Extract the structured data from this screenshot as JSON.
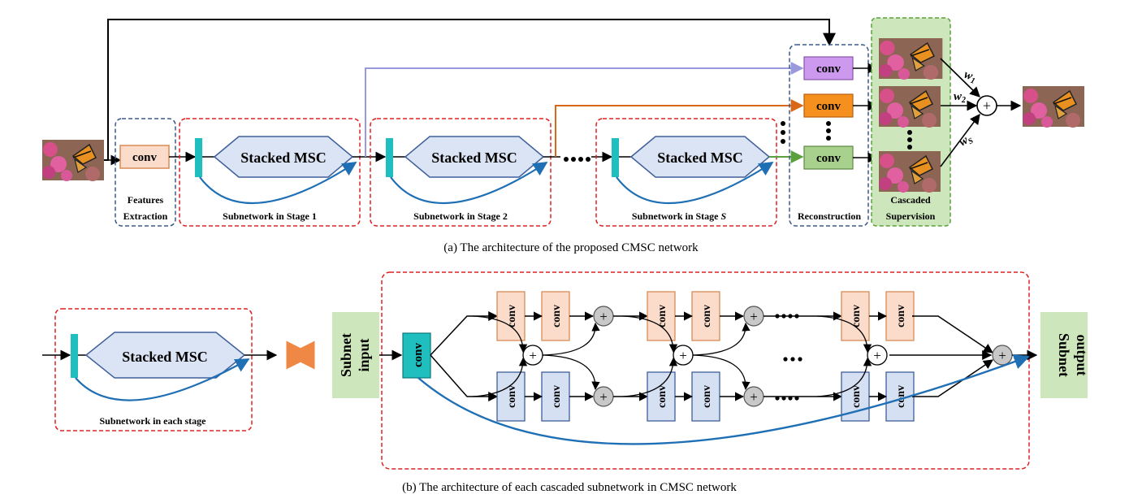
{
  "part_a": {
    "conv": "conv",
    "stacked_msc": "Stacked MSC",
    "features_extraction": [
      "Features",
      "Extraction"
    ],
    "stage1": "Subnetwork in Stage 1",
    "stage2": "Subnetwork in Stage 2",
    "stageS_prefix": "Subnetwork in Stage ",
    "stageS_var": "S",
    "reconstruction": "Reconstruction",
    "cascaded_supervision": [
      "Cascaded",
      "Supervision"
    ],
    "weight_w": "w",
    "weight_1": "1",
    "weight_2": "2",
    "weight_S": "S",
    "plus": "+",
    "caption": "(a) The architecture of the proposed CMSC network"
  },
  "part_b": {
    "stacked_msc": "Stacked MSC",
    "each_stage": "Subnetwork in each stage",
    "subnet_input": [
      "Subnet",
      "input"
    ],
    "subnet_output": [
      "Subnet",
      "output"
    ],
    "conv": "conv",
    "plus": "+",
    "caption": "(b) The architecture of each cascaded subnetwork in CMSC network"
  },
  "colors": {
    "conv_orange_fill": "#fbdccb",
    "conv_orange_stroke": "#d98b55",
    "msc_fill": "#dbe4f4",
    "msc_stroke": "#3f5f9a",
    "teal": "#1fbfbf",
    "red_dash": "#e02020",
    "blue_dash": "#3a5a8c",
    "green_box": "#cde6bc",
    "green_dash": "#5aa03c",
    "purple_conv": "#cc99ee",
    "orange_conv": "#f5901e",
    "green_conv": "#a9d18e",
    "skip_blue": "#1f6fb5",
    "lavender_line": "#9999dd",
    "orange_line": "#d86818",
    "green_line": "#5aa03c",
    "conv_blue_fill": "#d6e0f3",
    "gray_circle": "#c8c8c8"
  },
  "icons": {
    "input_image": "butterfly-photo",
    "output_image": "butterfly-photo",
    "equivalence_arrow": "double-headed-arrow"
  }
}
